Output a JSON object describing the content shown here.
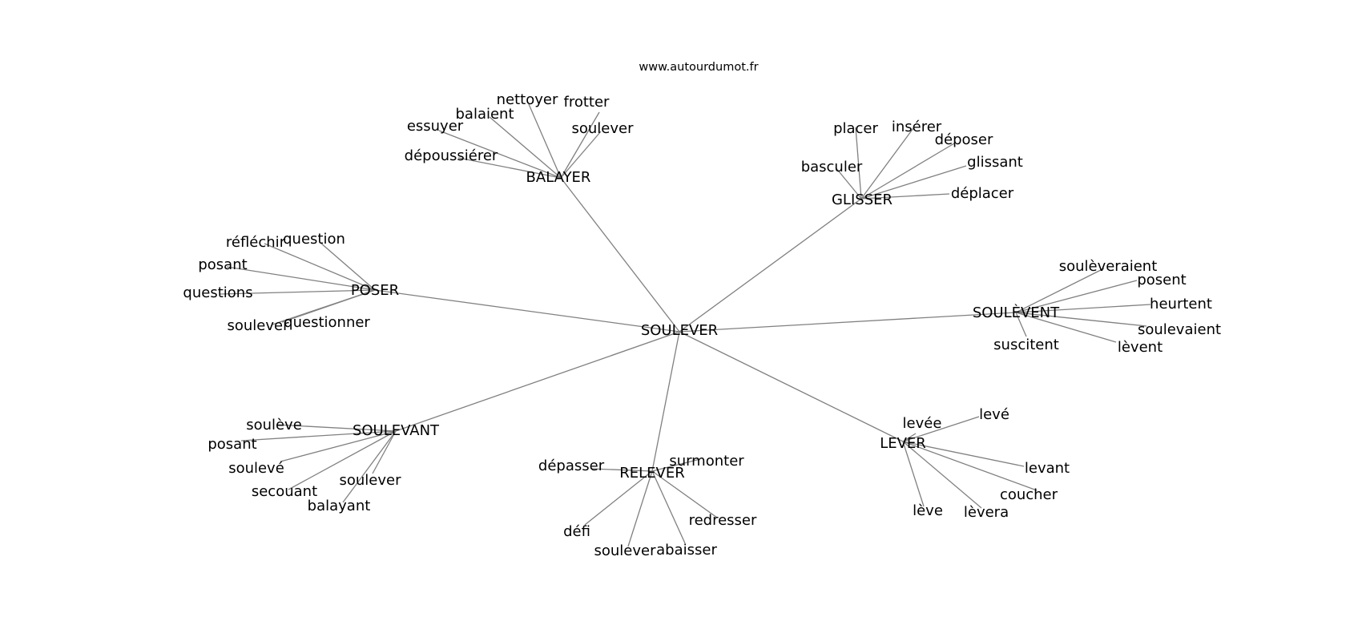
{
  "source": "www.autourdumot.fr",
  "center": {
    "label": "SOULEVER"
  },
  "clusters": [
    {
      "label": "BALAYER",
      "leaves": [
        "nettoyer",
        "frotter",
        "balaient",
        "essuyer",
        "soulever",
        "dépoussiérer"
      ]
    },
    {
      "label": "GLISSER",
      "leaves": [
        "placer",
        "insérer",
        "déposer",
        "basculer",
        "glissant",
        "déplacer"
      ]
    },
    {
      "label": "POSER",
      "leaves": [
        "réfléchir",
        "question",
        "posant",
        "questions",
        "soulever",
        "questionner"
      ]
    },
    {
      "label": "SOULÈVENT",
      "leaves": [
        "soulèveraient",
        "posent",
        "heurtent",
        "soulevaient",
        "suscitent",
        "lèvent"
      ]
    },
    {
      "label": "SOULEVANT",
      "leaves": [
        "soulève",
        "posant",
        "soulevé",
        "soulever",
        "secouant",
        "balayant"
      ]
    },
    {
      "label": "RELEVER",
      "leaves": [
        "dépasser",
        "surmonter",
        "redresser",
        "défi",
        "soulever",
        "abaisser"
      ]
    },
    {
      "label": "LEVER",
      "leaves": [
        "levée",
        "levé",
        "levant",
        "coucher",
        "lèvera",
        "lève"
      ]
    }
  ]
}
